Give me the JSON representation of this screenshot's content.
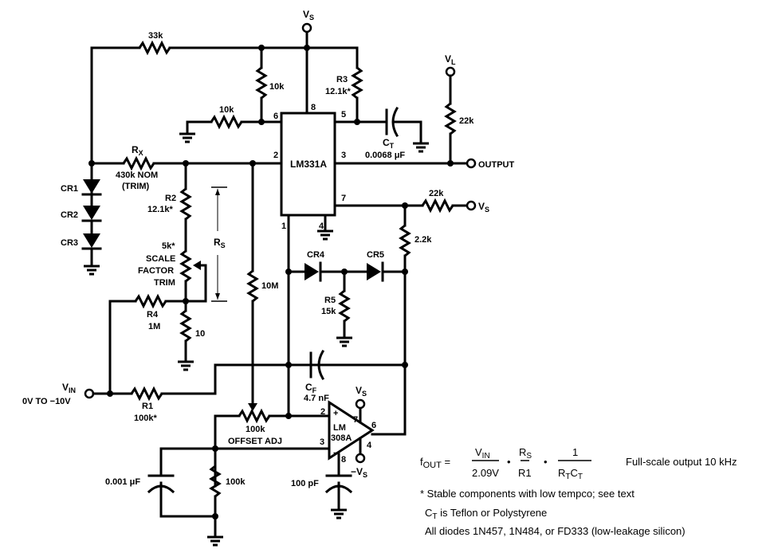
{
  "ic": {
    "main": "LM331A",
    "opamp_line1": "LM",
    "opamp_line2": "308A"
  },
  "pins": {
    "p1": "1",
    "p2": "2",
    "p3": "3",
    "p4": "4",
    "p5": "5",
    "p6": "6",
    "p7": "7",
    "p8": "8",
    "op2": "2",
    "op3": "3",
    "op4": "4",
    "op6": "6",
    "op7": "7",
    "op8": "8"
  },
  "supply": {
    "vs": "V",
    "vs_sub": "S",
    "vl": "V",
    "vl_sub": "L",
    "neg_vs": "−V",
    "neg_vs_sub": "S"
  },
  "components": {
    "r_33k": "33k",
    "r_10k_vert": "10k",
    "r_10k_horiz": "10k",
    "r3_name": "R3",
    "r3_value": "12.1k*",
    "ct_name": "C",
    "ct_sub": "T",
    "ct_value": "0.0068 μF",
    "r_pullup": "22k",
    "output": "OUTPUT",
    "rx_name": "R",
    "rx_sub": "X",
    "rx_value": "430k NOM",
    "rx_trim": "(TRIM)",
    "r2_name": "R2",
    "r2_value": "12.1k*",
    "rs_name": "R",
    "rs_sub": "S",
    "trim_value": "5k*",
    "trim_l1": "SCALE",
    "trim_l2": "FACTOR",
    "trim_l3": "TRIM",
    "r4_name": "R4",
    "r4_value": "1M",
    "r_10": "10",
    "r_10m": "10M",
    "cr1": "CR1",
    "cr2": "CR2",
    "cr3": "CR3",
    "cr4": "CR4",
    "cr5": "CR5",
    "r5_name": "R5",
    "r5_value": "15k",
    "r_22k_vs": "22k",
    "r_2k2": "2.2k",
    "vin_name": "V",
    "vin_sub": "IN",
    "vin_range": "0V TO −10V",
    "r1_name": "R1",
    "r1_value": "100k*",
    "cf_name": "C",
    "cf_sub": "F",
    "cf_value": "4.7 nF",
    "pot_value": "100k",
    "pot_label": "OFFSET ADJ",
    "c_001": "0.001 μF",
    "r_100k": "100k",
    "c_100pf": "100 pF"
  },
  "formula": {
    "lhs": "f",
    "lhs_sub": "OUT",
    "eq": "=",
    "t1_num": "V",
    "t1_num_sub": "IN",
    "t1_den": "2.09V",
    "dot": "•",
    "t2_num": "R",
    "t2_num_sub": "S",
    "t2_den": "R1",
    "t3_num": "1",
    "t3_den_a": "R",
    "t3_den_a_sub": "T",
    "t3_den_b": "C",
    "t3_den_b_sub": "T",
    "fullscale": "Full-scale output 10 kHz"
  },
  "notes": {
    "n1": "* Stable components with low tempco; see text",
    "n2_a": "C",
    "n2_sub": "T",
    "n2_b": " is Teflon or Polystyrene",
    "n3": "All diodes 1N457, 1N484, or FD333 (low-leakage silicon)"
  }
}
